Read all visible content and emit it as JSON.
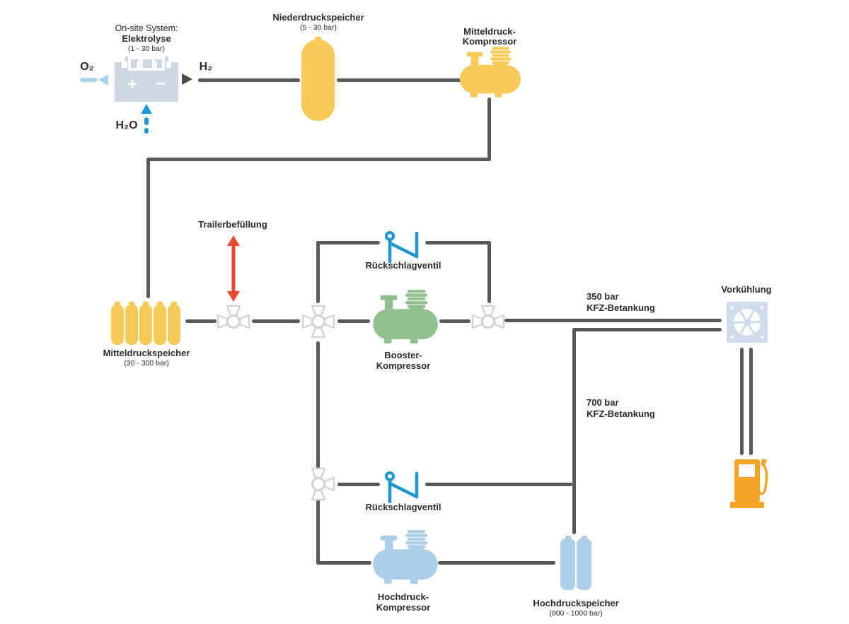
{
  "diagram_title": "Hydrogen refueling station process diagram",
  "labels": {
    "onsite_line1": "On-site System:",
    "onsite_line2": "Elektrolyse",
    "onsite_sub": "(1 - 30 bar)",
    "o2": "O₂",
    "h2": "H₂",
    "h2o": "H₂O",
    "niederdruckspeicher": "Niederdruckspeicher",
    "niederdruckspeicher_sub": "(5 - 30 bar)",
    "mitteldruck_kompressor_line1": "Mitteldruck-",
    "mitteldruck_kompressor_line2": "Kompressor",
    "trailerbefuellung": "Trailerbefüllung",
    "mitteldruckspeicher": "Mitteldruckspeicher",
    "mitteldruckspeicher_sub": "(30 - 300 bar)",
    "rueckschlagventil_top": "Rückschlagventil",
    "booster_line1": "Booster-",
    "booster_line2": "Kompressor",
    "bar350_line1": "350 bar",
    "bar350_line2": "KFZ-Betankung",
    "bar700_line1": "700 bar",
    "bar700_line2": "KFZ-Betankung",
    "vorkuehlung": "Vorkühlung",
    "rueckschlagventil_bottom": "Rückschlagventil",
    "hochdruck_kompressor_line1": "Hochdruck-",
    "hochdruck_kompressor_line2": "Kompressor",
    "hochdruckspeicher": "Hochdruckspeicher",
    "hochdruckspeicher_sub": "(800 - 1000 bar)",
    "electrolyzer_plus": "+",
    "electrolyzer_minus": "−"
  },
  "colors": {
    "pipe_gray": "#58595b",
    "yellow": "#f6ca55",
    "green": "#8fc18d",
    "light_blue": "#aacde8",
    "pale_icon_blue": "#cfdceb",
    "electrolyzer_blue": "#ccd7e3",
    "o2_arrow_blue": "#aad3ee",
    "water_blue": "#1d98d6",
    "check_valve_blue": "#1d96d2",
    "valve_gray": "#d4d4d4",
    "orange": "#f6a426",
    "red": "#e8492f",
    "text": "#2b2b2b"
  },
  "icons": {
    "electrolyzer": "electrolyzer-cell-icon",
    "tank_vertical": "low-pressure-tank-icon",
    "compressor": "compressor-icon",
    "bottle_bank": "cylinder-bank-icon",
    "valve": "valve-icon",
    "check_valve": "check-valve-icon",
    "fan": "precooling-fan-icon",
    "dispenser": "fuel-dispenser-icon",
    "trailer_arrow": "double-arrow-icon"
  }
}
